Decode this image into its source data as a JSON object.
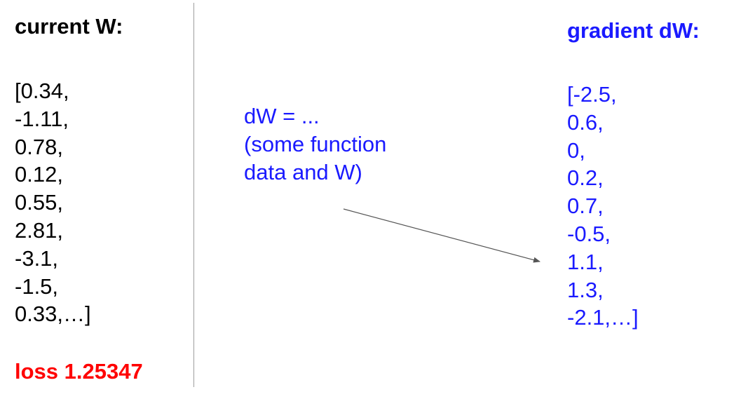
{
  "left_panel": {
    "title": "current W:",
    "values": [
      "[0.34,",
      "-1.11,",
      "0.78,",
      "0.12,",
      "0.55,",
      "2.81,",
      "-3.1,",
      "-1.5,",
      "0.33,…]"
    ],
    "loss": "loss 1.25347"
  },
  "middle": {
    "lines": [
      "dW = ...",
      "(some function",
      "data and W)"
    ]
  },
  "right_panel": {
    "title": "gradient dW:",
    "values": [
      "[-2.5,",
      "0.6,",
      "0,",
      "0.2,",
      "0.7,",
      "-0.5,",
      "1.1,",
      "1.3,",
      "-2.1,…]"
    ]
  },
  "colors": {
    "text": "#000000",
    "gradient": "#1a1aff",
    "loss": "#ff0000",
    "divider": "#9e9e9e",
    "arrow": "#555555"
  }
}
